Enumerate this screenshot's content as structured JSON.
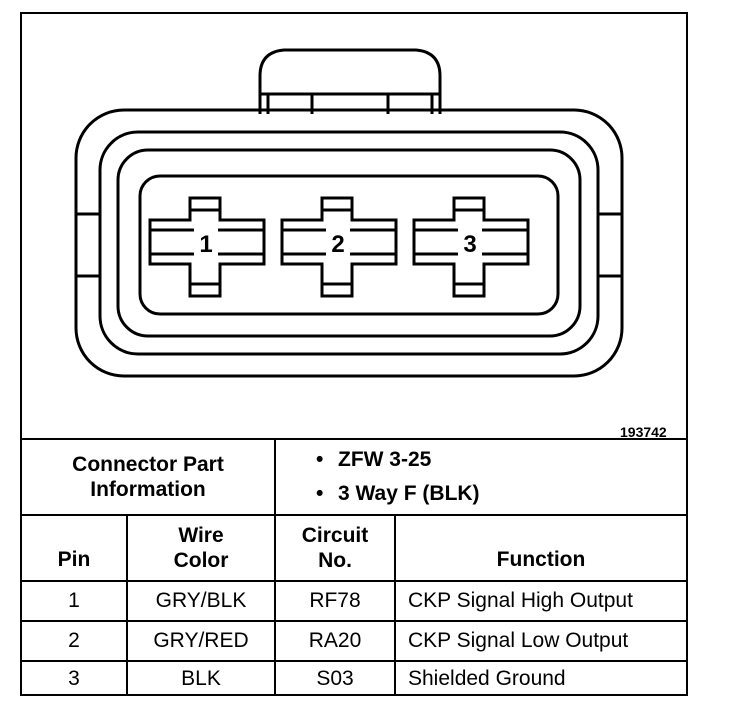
{
  "figure_number": "193742",
  "pins": [
    {
      "label": "1"
    },
    {
      "label": "2"
    },
    {
      "label": "3"
    }
  ],
  "connector_info": {
    "title_line1": "Connector Part",
    "title_line2": "Information",
    "items": [
      "ZFW 3-25",
      "3 Way F (BLK)"
    ]
  },
  "table": {
    "headers": {
      "pin": "Pin",
      "wire_line1": "Wire",
      "wire_line2": "Color",
      "circuit_line1": "Circuit",
      "circuit_line2": "No.",
      "function": "Function"
    },
    "rows": [
      {
        "pin": "1",
        "wire": "GRY/BLK",
        "circuit": "RF78",
        "function": "CKP Signal High Output"
      },
      {
        "pin": "2",
        "wire": "GRY/RED",
        "circuit": "RA20",
        "function": "CKP Signal Low Output"
      },
      {
        "pin": "3",
        "wire": "BLK",
        "circuit": "S03",
        "function": "Shielded Ground"
      }
    ]
  }
}
